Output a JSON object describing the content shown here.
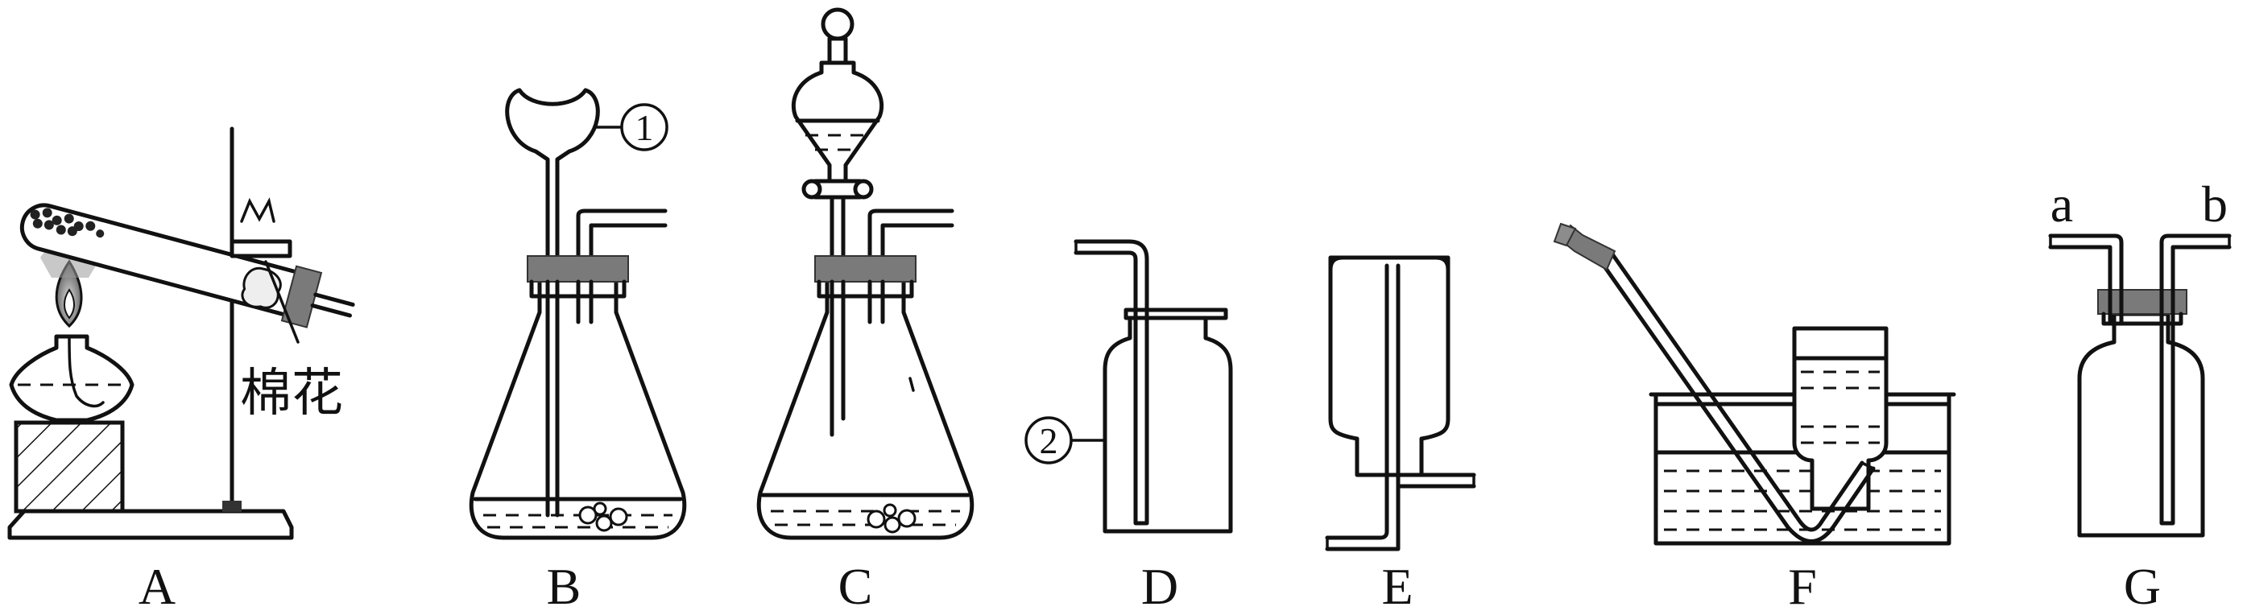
{
  "apparatus": [
    {
      "id": "A",
      "label": "A"
    },
    {
      "id": "B",
      "label": "B"
    },
    {
      "id": "C",
      "label": "C"
    },
    {
      "id": "D",
      "label": "D"
    },
    {
      "id": "E",
      "label": "E"
    },
    {
      "id": "F",
      "label": "F"
    },
    {
      "id": "G",
      "label": "G"
    }
  ],
  "annotations": {
    "cotton": "棉花",
    "marker_1": "1",
    "marker_2": "2",
    "port_a": "a",
    "port_b": "b"
  },
  "colors": {
    "line": "#111111",
    "stopper": "#7a7a7a",
    "background": "#ffffff"
  }
}
